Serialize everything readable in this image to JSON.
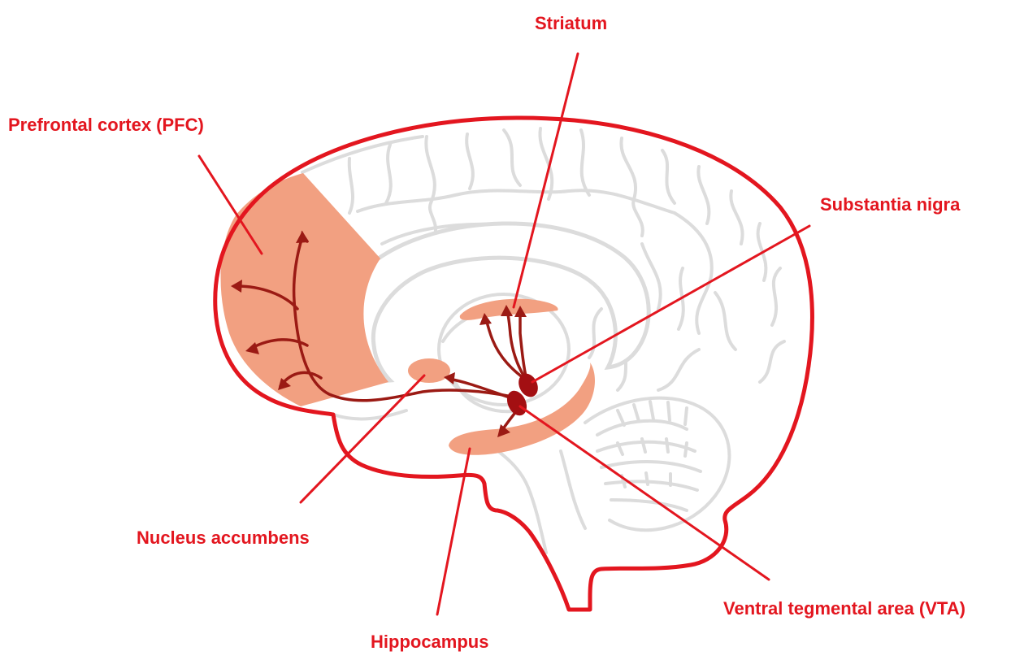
{
  "colors": {
    "accent": "#e3161f",
    "region_fill": "#f2a081",
    "pathway": "#9b1a14",
    "nucleus": "#a30f12",
    "brain_detail": "#dcdcdc"
  },
  "labels": {
    "striatum": "Striatum",
    "pfc": "Prefrontal cortex (PFC)",
    "substantia_nigra": "Substantia nigra",
    "nucleus_accumbens": "Nucleus accumbens",
    "vta": "Ventral tegmental area (VTA)",
    "hippocampus": "Hippocampus"
  }
}
